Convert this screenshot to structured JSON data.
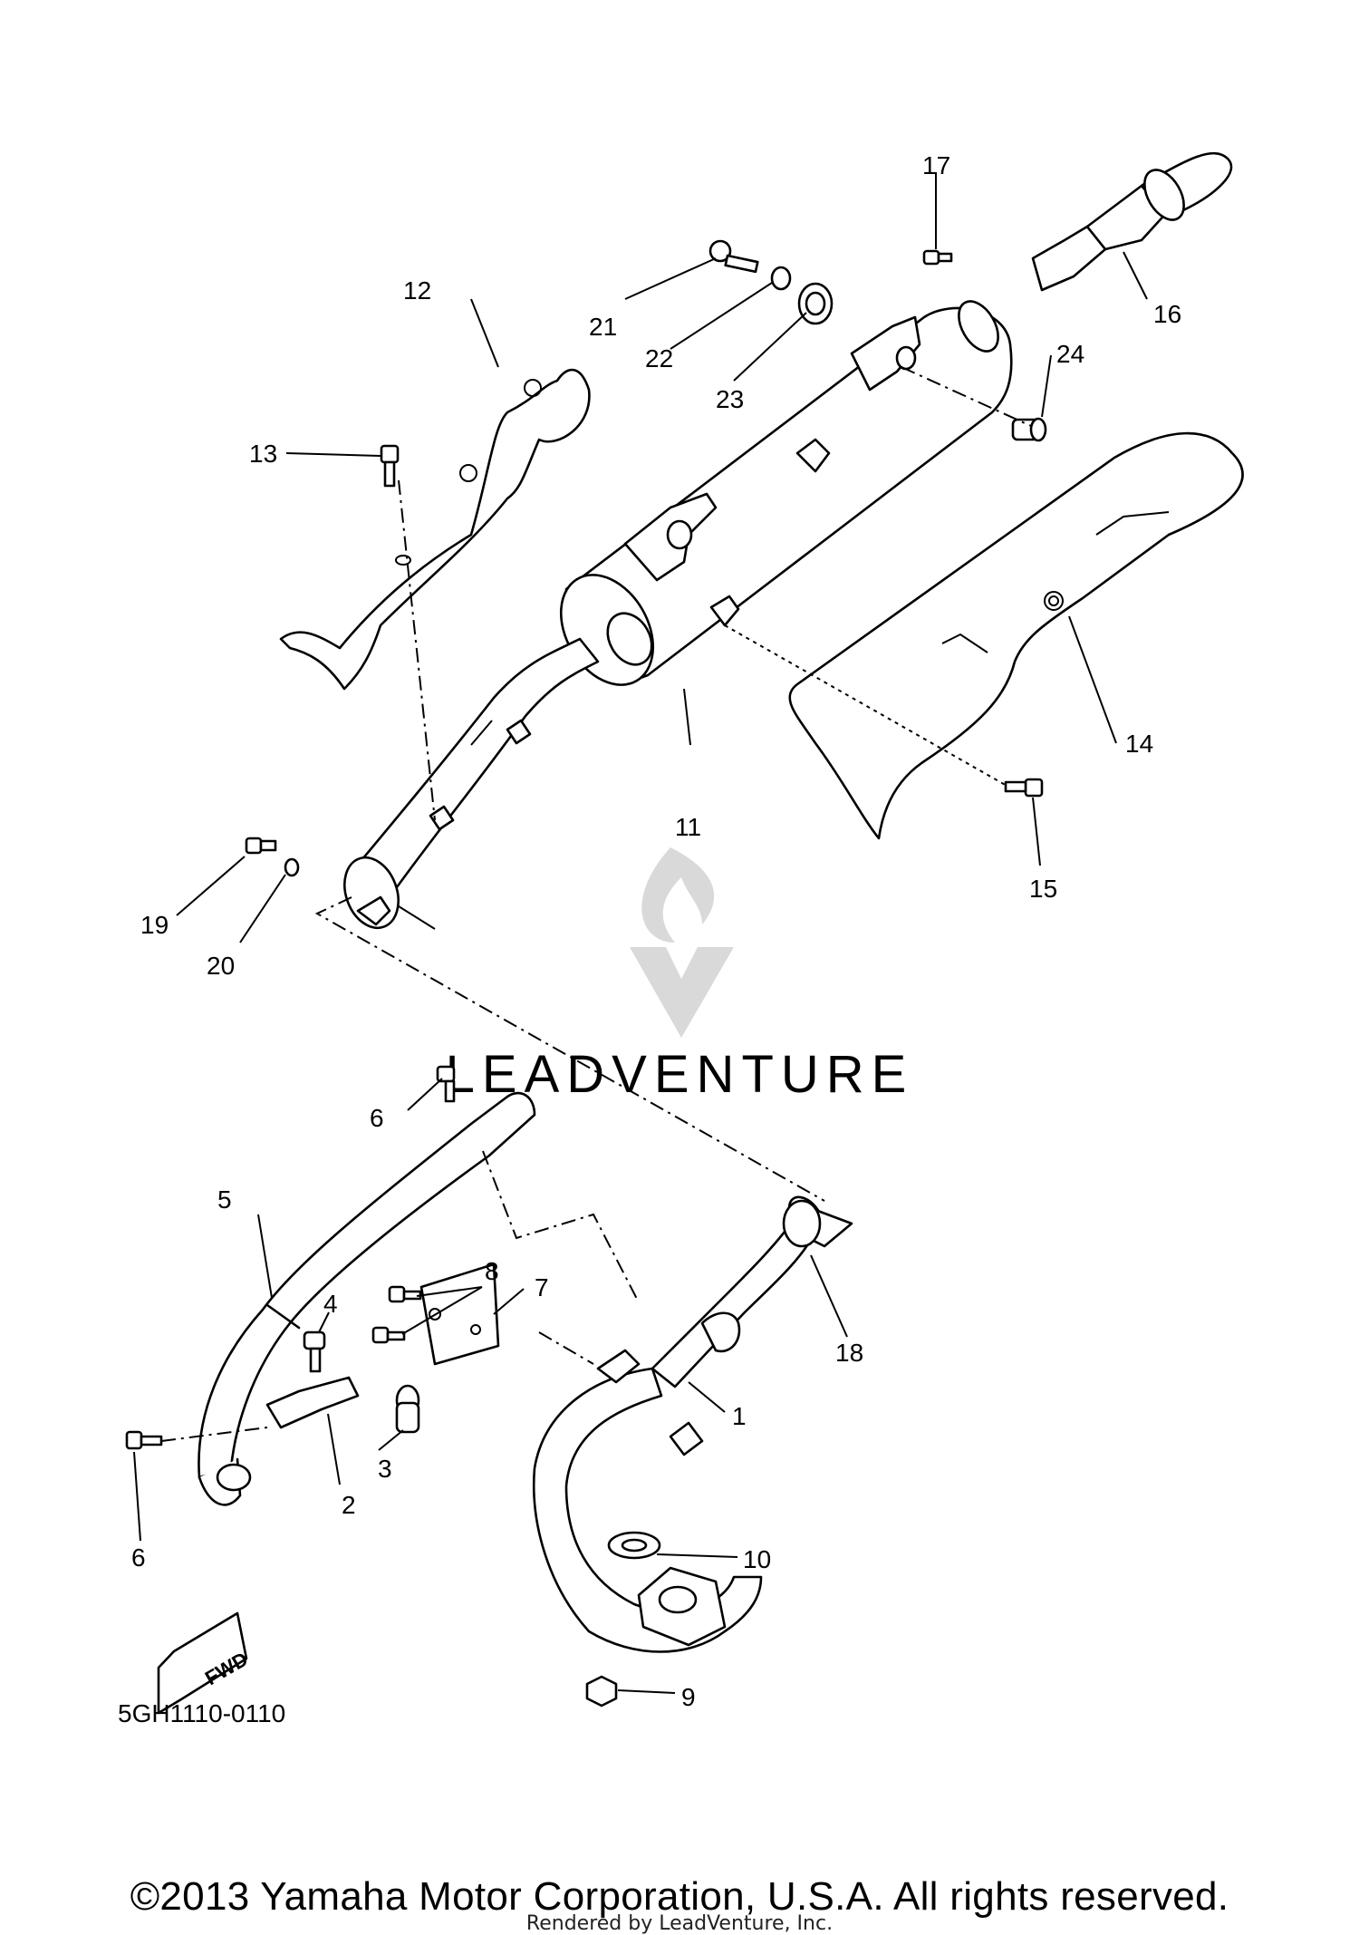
{
  "diagram": {
    "callouts": [
      "1",
      "2",
      "3",
      "4",
      "5",
      "6",
      "6",
      "7",
      "8",
      "9",
      "10",
      "11",
      "12",
      "13",
      "14",
      "15",
      "16",
      "17",
      "18",
      "19",
      "20",
      "21",
      "22",
      "23",
      "24"
    ],
    "drawing_code": "5GH1110-0110",
    "fwd_label": "FWD",
    "watermark_text": "LEADVENTURE",
    "copyright": "©2013 Yamaha Motor Corporation, U.S.A. All rights reserved.",
    "rendered_by": "Rendered by LeadVenture, Inc."
  }
}
